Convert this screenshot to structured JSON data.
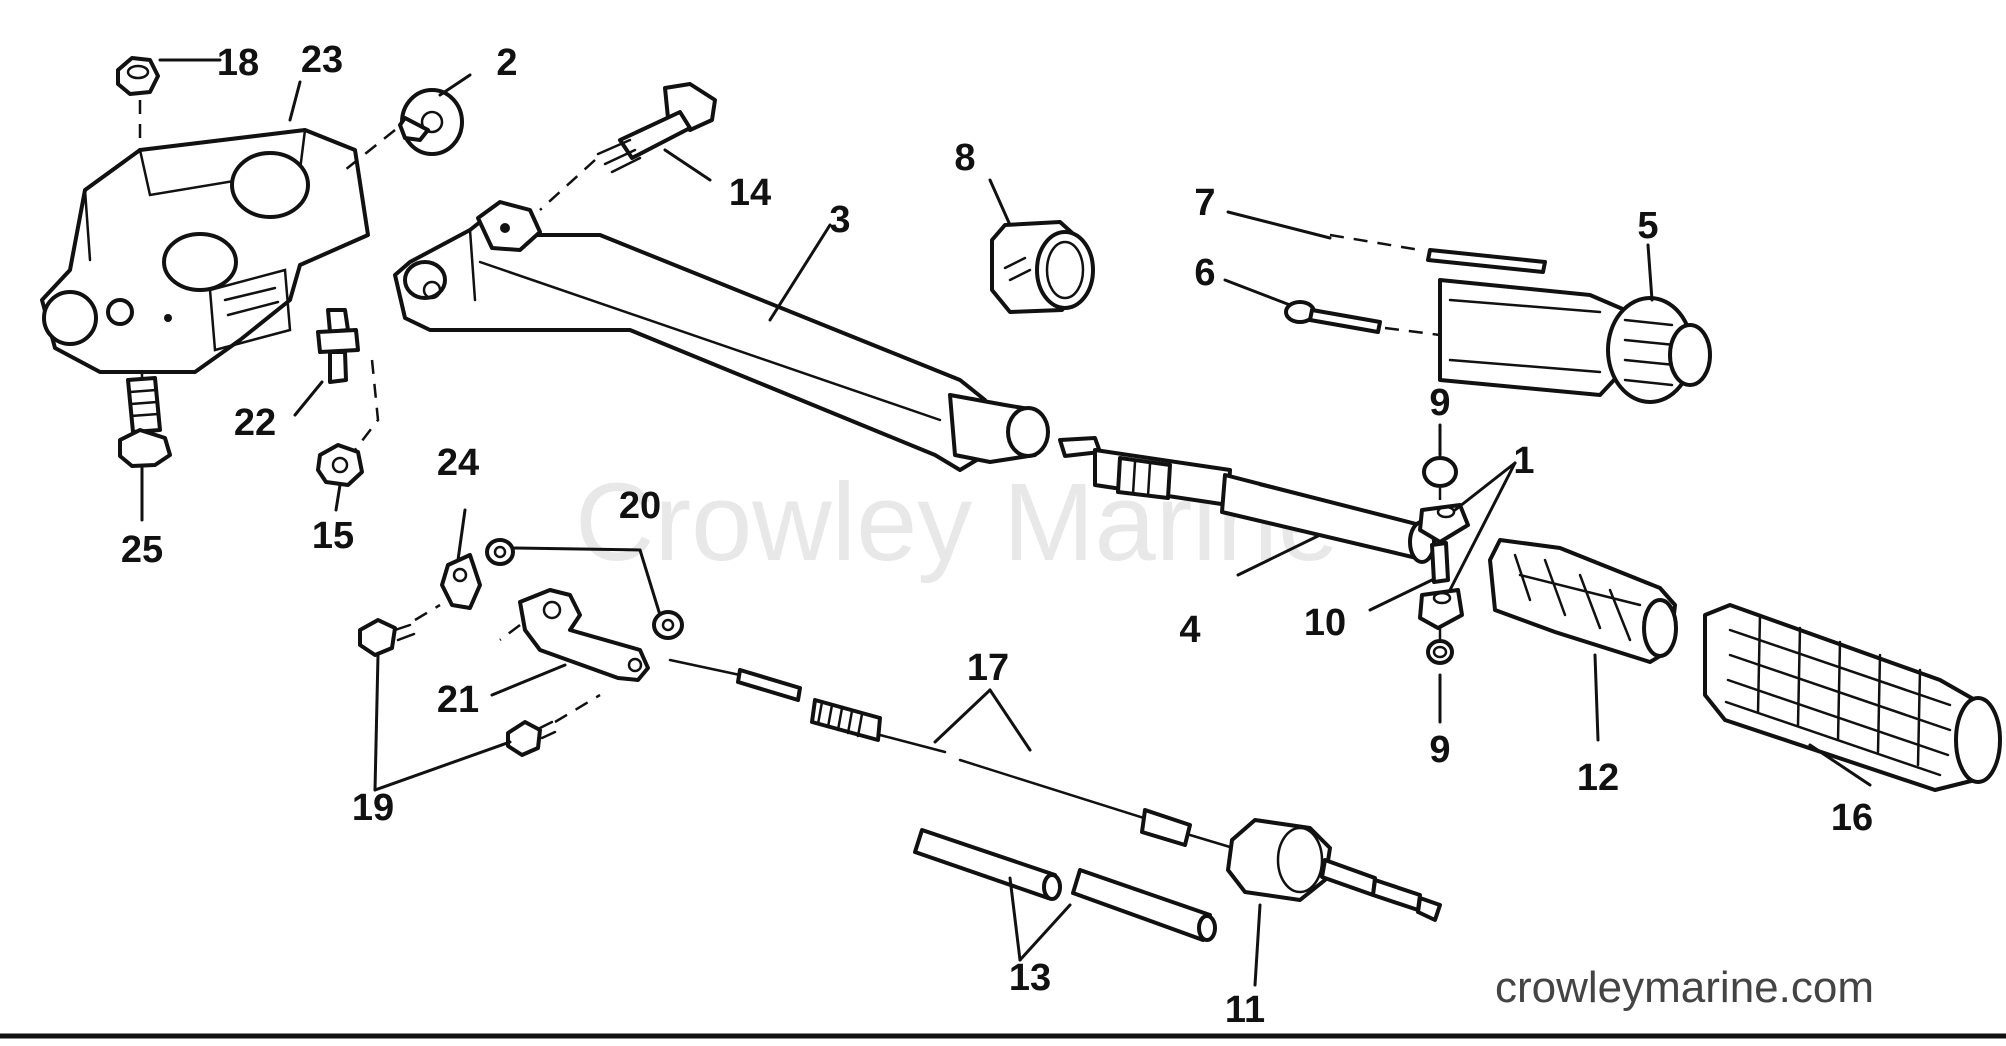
{
  "watermark": "Crowley Marine",
  "website": "crowleymarine.com",
  "callouts": {
    "c1": "1",
    "c2": "2",
    "c3": "3",
    "c4": "4",
    "c5": "5",
    "c6": "6",
    "c7": "7",
    "c8": "8",
    "c9a": "9",
    "c9b": "9",
    "c10": "10",
    "c11": "11",
    "c12": "12",
    "c13": "13",
    "c14": "14",
    "c15": "15",
    "c16": "16",
    "c17": "17",
    "c18": "18",
    "c19": "19",
    "c20": "20",
    "c21": "21",
    "c22": "22",
    "c23": "23",
    "c24": "24",
    "c25": "25"
  }
}
